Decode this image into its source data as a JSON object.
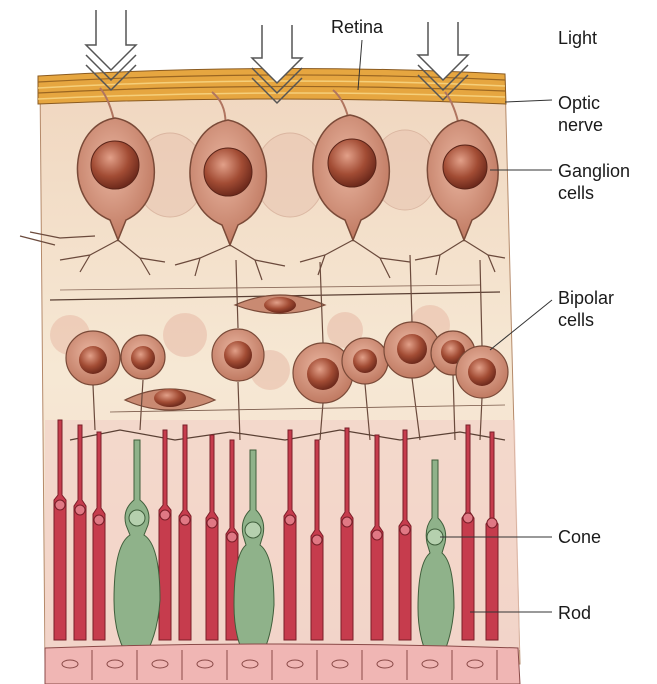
{
  "labels": {
    "retina": "Retina",
    "light": "Light",
    "optic_nerve": [
      "Optic",
      "nerve"
    ],
    "ganglion_cells": [
      "Ganglion",
      "cells"
    ],
    "bipolar_cells": [
      "Bipolar",
      "cells"
    ],
    "cone": "Cone",
    "rod": "Rod"
  },
  "colors": {
    "background_tissue": "#f3e3cd",
    "optic_nerve_fibers": "#e6a640",
    "ganglion_cell": "#c98a72",
    "nucleus": "#a24c34",
    "rod": "#c63c4d",
    "cone": "#8fb28a",
    "epithelium": "#f0b6b4",
    "leader_line": "#333333"
  },
  "icons": [
    "light-arrow-icon"
  ]
}
